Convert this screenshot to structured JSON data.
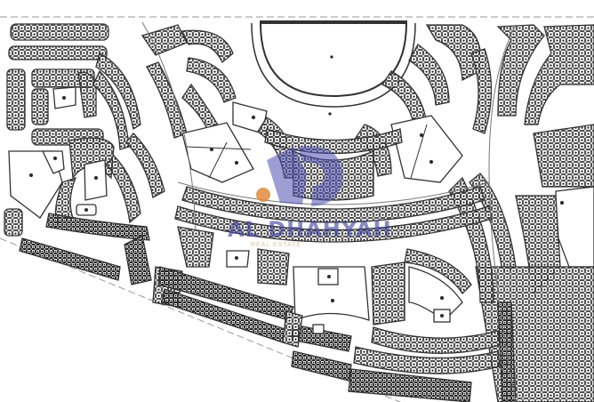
{
  "map": {
    "type": "master-plan site map",
    "background_color": "#ffffff",
    "line_color": "#3a3a3a",
    "plot_fill": "#ffffff",
    "features": [
      "semicircular central park (top center)",
      "concentric curved residential plot rows",
      "large open parcels (left, center-bottom, right)",
      "dashed boundary line (top and diagonal bottom-left)"
    ]
  },
  "watermark": {
    "brand": "AL DHAHYAH",
    "subtitle": "REAL ESTATE",
    "logo_color": "#4a4fb0",
    "accent_dot_color": "#e08a3c"
  }
}
